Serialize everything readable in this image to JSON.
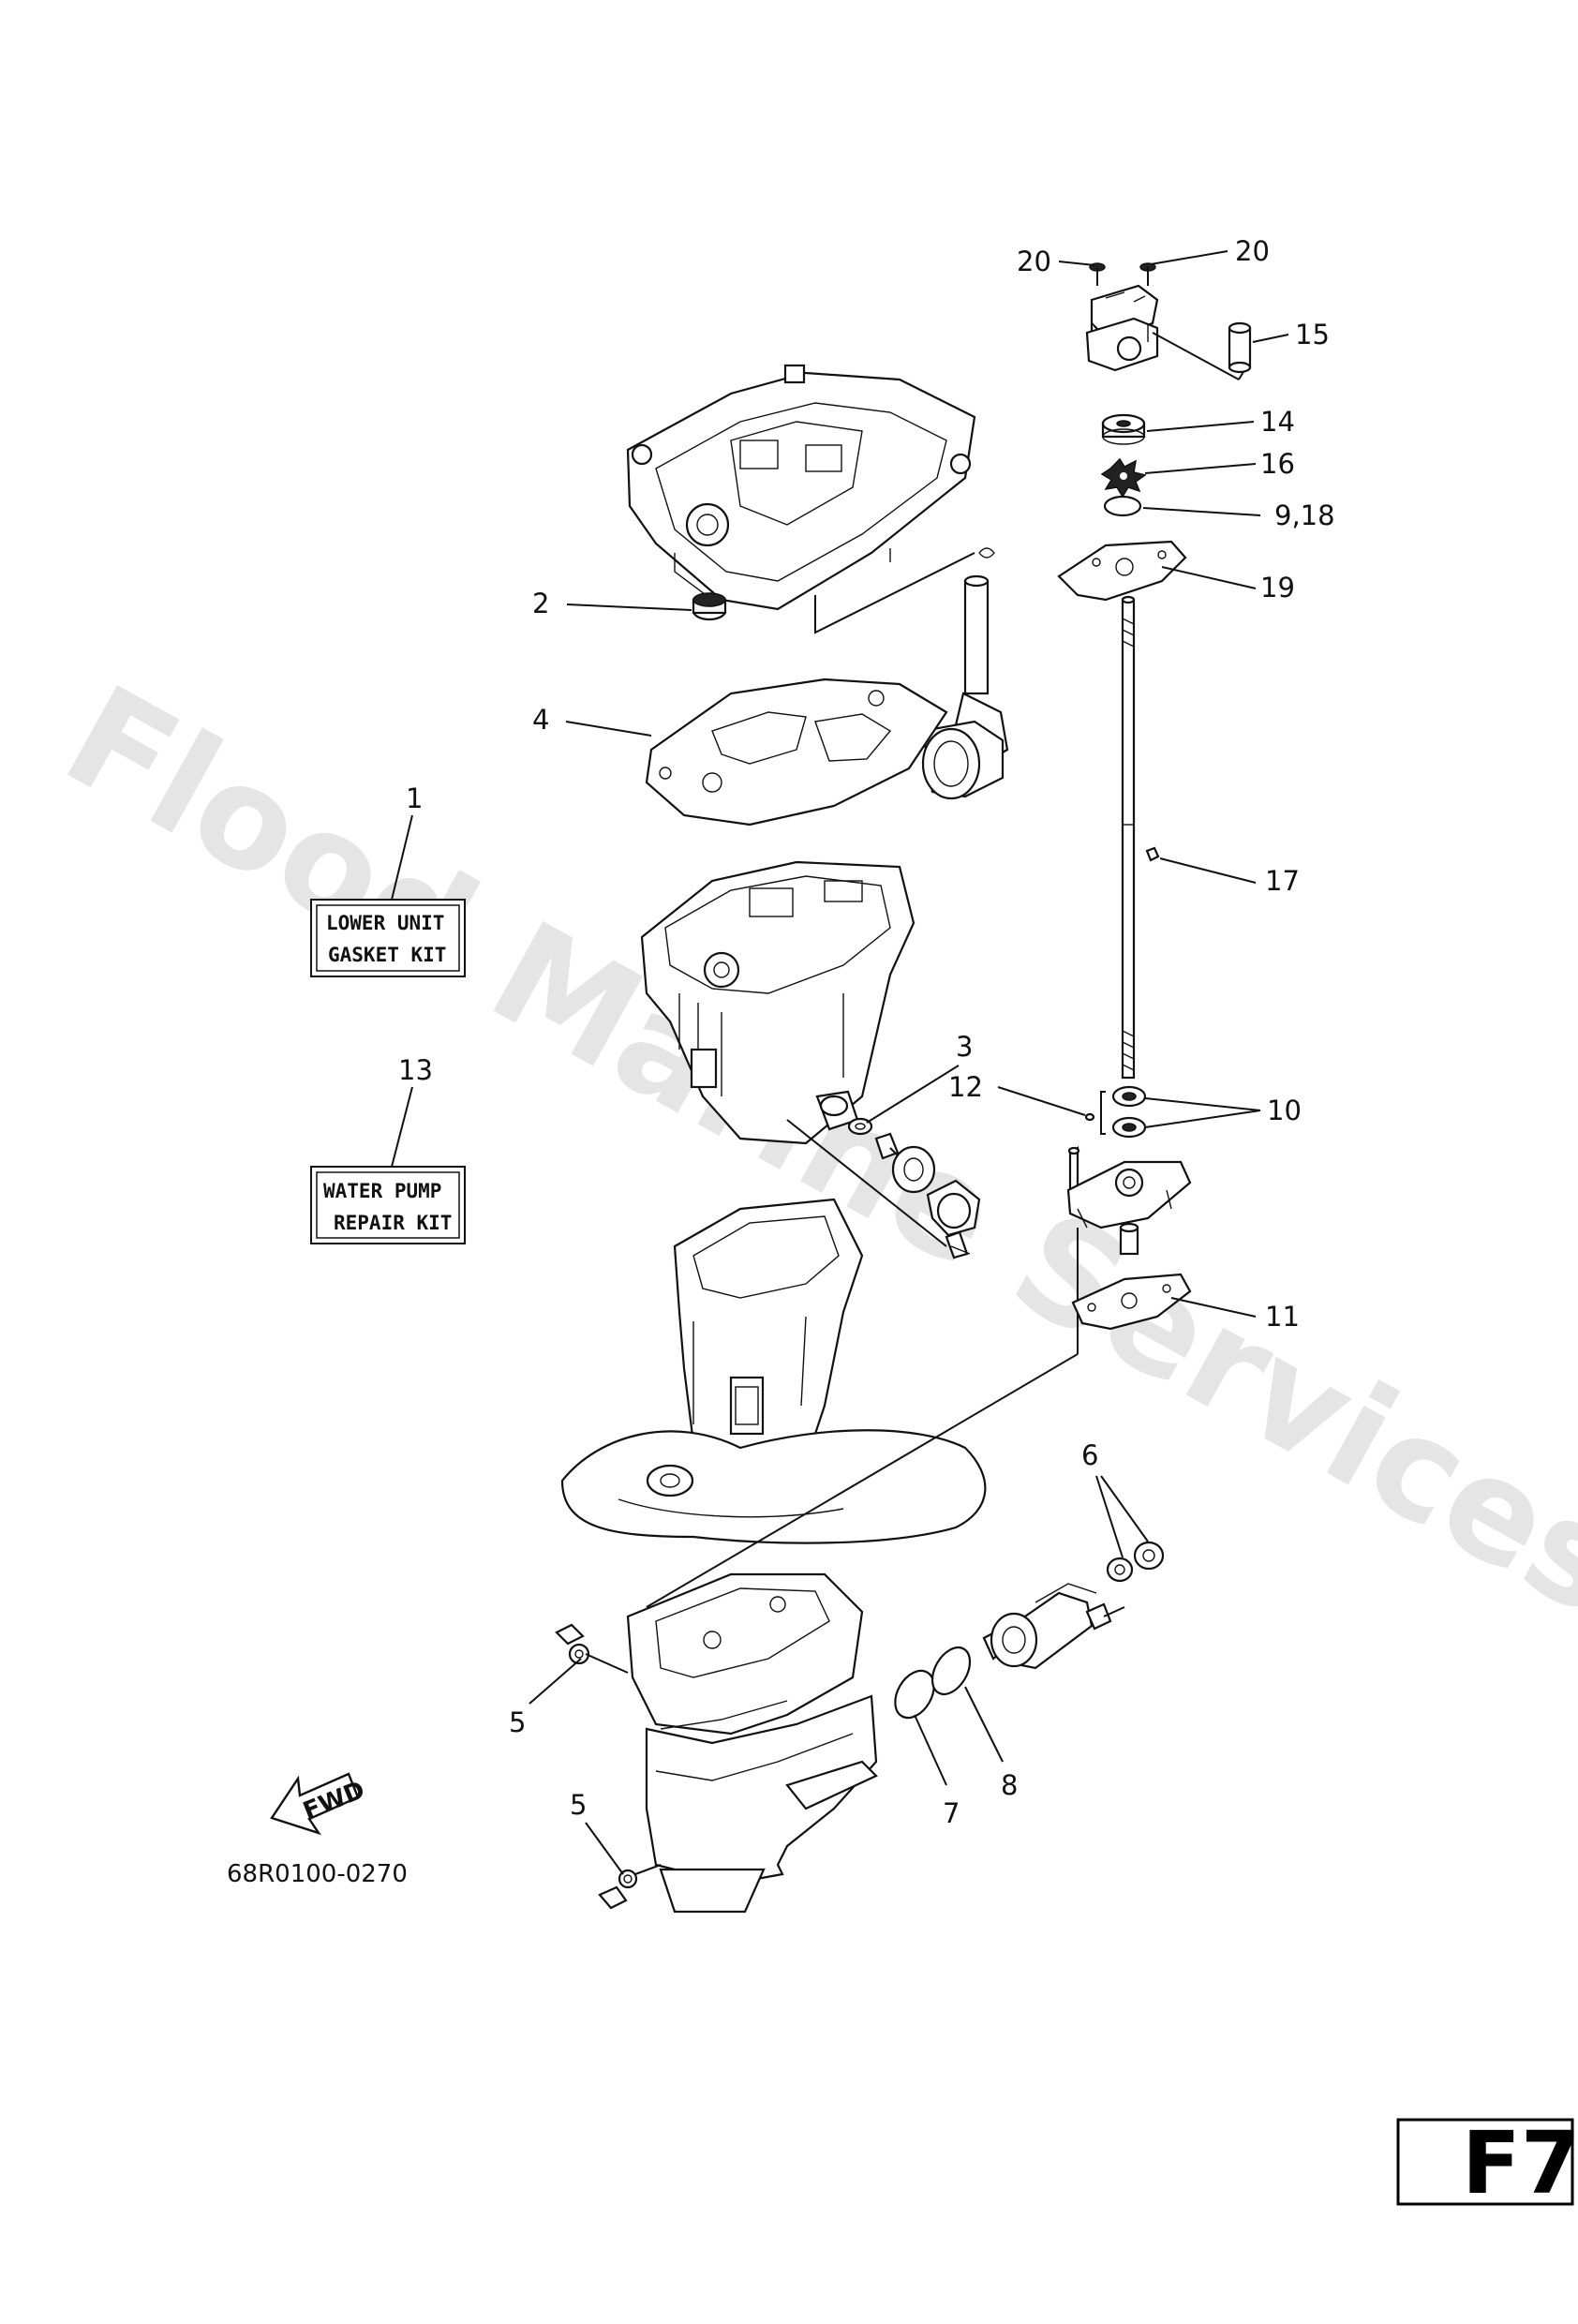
{
  "watermark": "Flood Marine Services",
  "diagram_code": "68R0100-0270",
  "page_id": "F7",
  "fwd_label": "FWD",
  "kits": {
    "lower_unit": {
      "callout": "1",
      "line1": "LOWER UNIT",
      "line2": "GASKET KIT"
    },
    "water_pump": {
      "callout": "13",
      "line1": "WATER PUMP",
      "line2": "REPAIR KIT"
    }
  },
  "callouts": {
    "c2": "2",
    "c3": "3",
    "c4": "4",
    "c5a": "5",
    "c5b": "5",
    "c6": "6",
    "c7": "7",
    "c8": "8",
    "c9_18": "9,18",
    "c10": "10",
    "c11": "11",
    "c12": "12",
    "c14": "14",
    "c15": "15",
    "c16": "16",
    "c17": "17",
    "c19": "19",
    "c20a": "20",
    "c20b": "20"
  }
}
